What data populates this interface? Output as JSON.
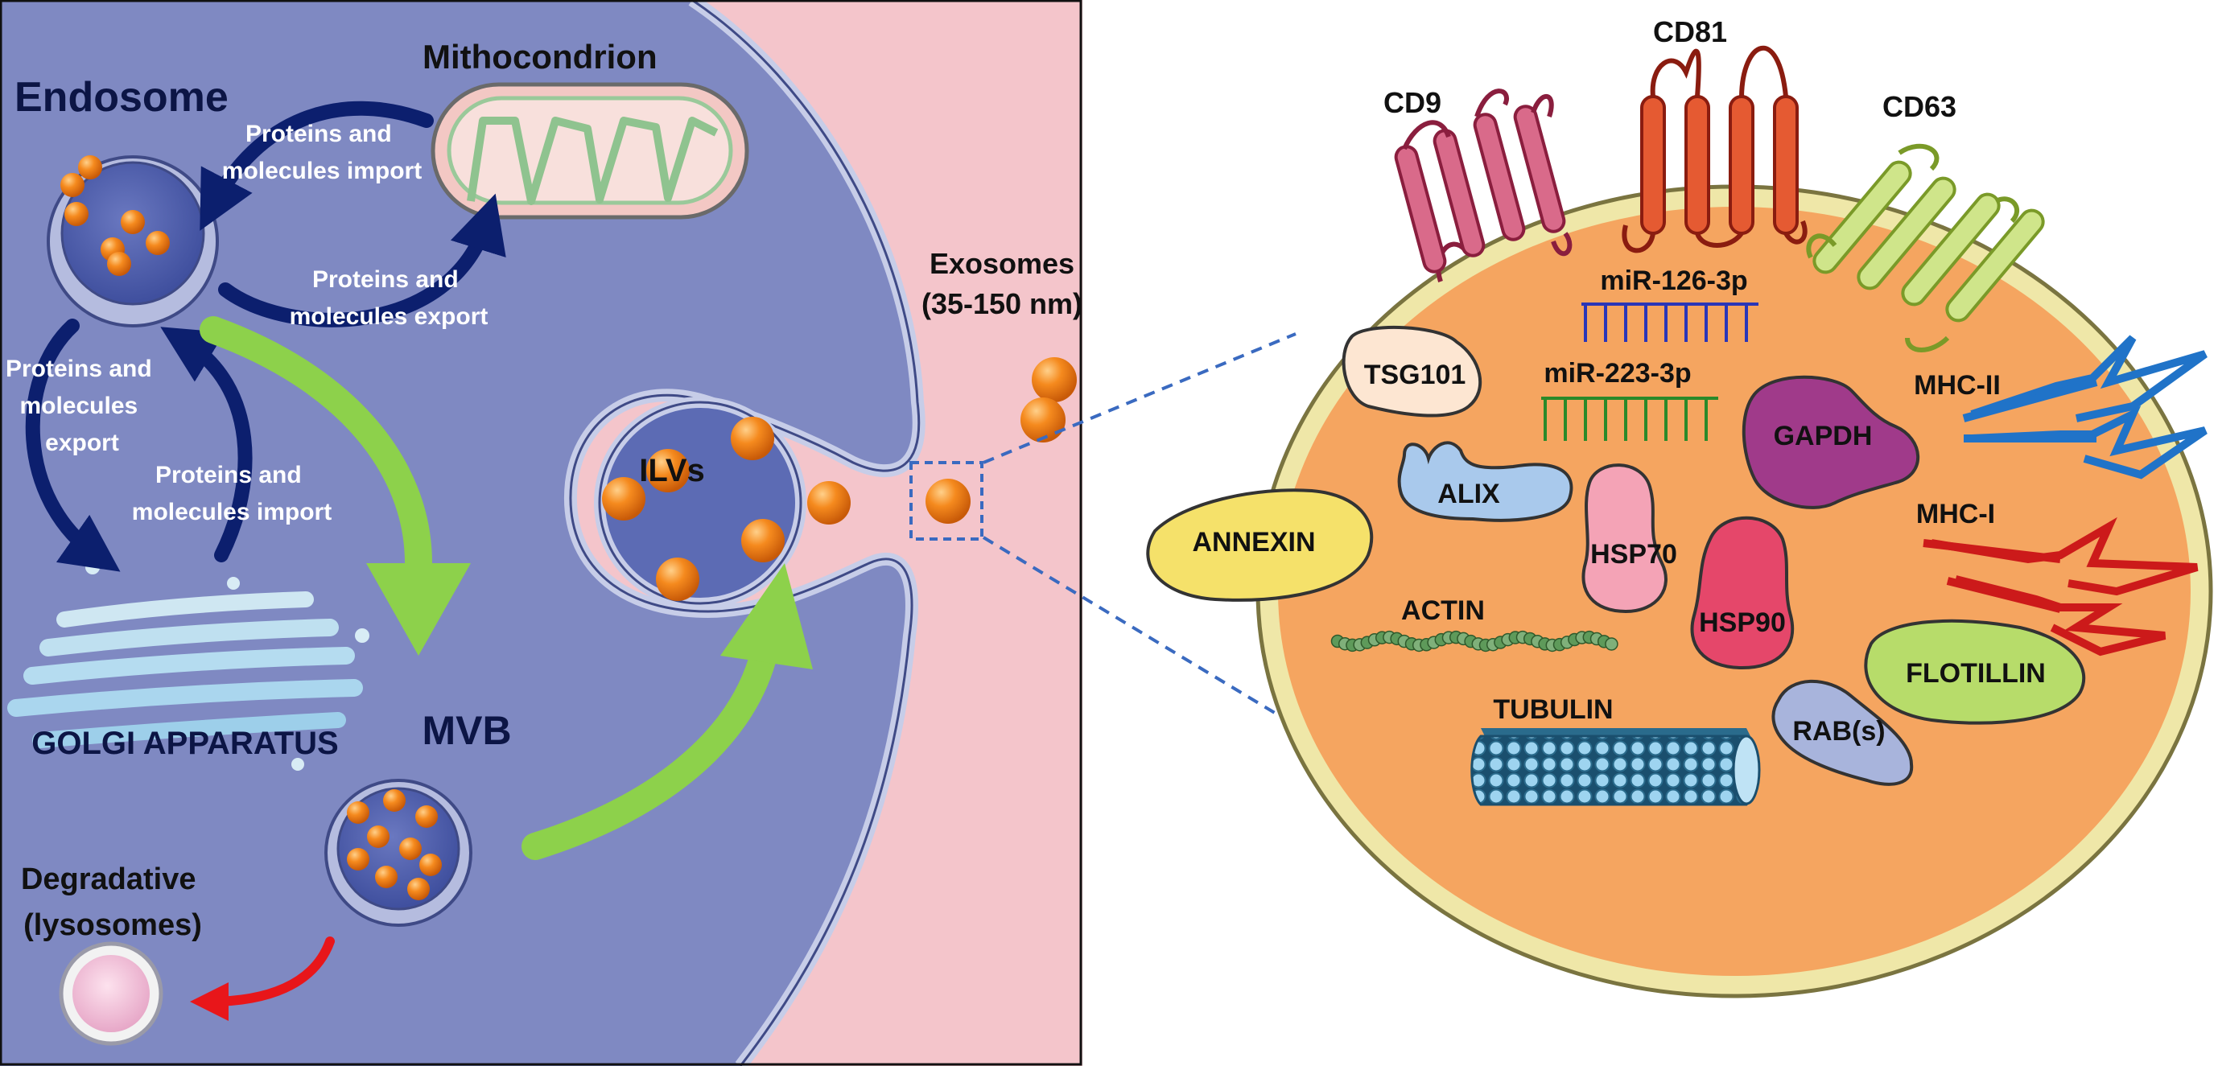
{
  "colors": {
    "cytoplasm": "#7d86c0",
    "extracellular": "#f4c5cb",
    "exosome_body": "#f5a560",
    "exosome_rim": "#efe7a8",
    "vesicle_orange": "#f07f18",
    "import_arrow": "#0c1f6e",
    "pathway_arrow": "#8dd14b",
    "degradation_arrow": "#e8161a",
    "zoom_dash": "#3a6ac0",
    "cd9": "#c8406b",
    "cd81": "#e2502c",
    "cd63": "#bfdc6a",
    "mir126": "#2a36b8",
    "mir223": "#2a8a2a",
    "mhc2": "#2073c8",
    "mhc1": "#cc1a1a"
  },
  "left_panel": {
    "endosome_label": "Endosome",
    "mitochondrion_label": "Mithocondrion",
    "import_to_endosome": [
      "Proteins and",
      "molecules import"
    ],
    "export_to_mito": [
      "Proteins and",
      "molecules export"
    ],
    "export_to_golgi": [
      "Proteins and",
      "molecules",
      "export"
    ],
    "import_from_golgi": [
      "Proteins and",
      "molecules import"
    ],
    "golgi_label": "GOLGI APPARATUS",
    "mvb_label": "MVB",
    "degradative_label": [
      "Degradative",
      "(lysosomes)"
    ],
    "ilvs_label": "ILVs",
    "exosomes_label": [
      "Exosomes",
      "(35-150 nm)"
    ]
  },
  "exosome_detail": {
    "tetraspanins": [
      "CD9",
      "CD81",
      "CD63"
    ],
    "mirnas": [
      "miR-126-3p",
      "miR-223-3p"
    ],
    "proteins": {
      "tsg101": "TSG101",
      "alix": "ALIX",
      "annexin": "ANNEXIN",
      "hsp70": "HSP70",
      "hsp90": "HSP90",
      "gapdh": "GAPDH",
      "actin": "ACTIN",
      "tubulin": "TUBULIN",
      "flotillin": "FLOTILLIN",
      "rab": "RAB(s)"
    },
    "mhc": [
      "MHC-II",
      "MHC-I"
    ]
  }
}
